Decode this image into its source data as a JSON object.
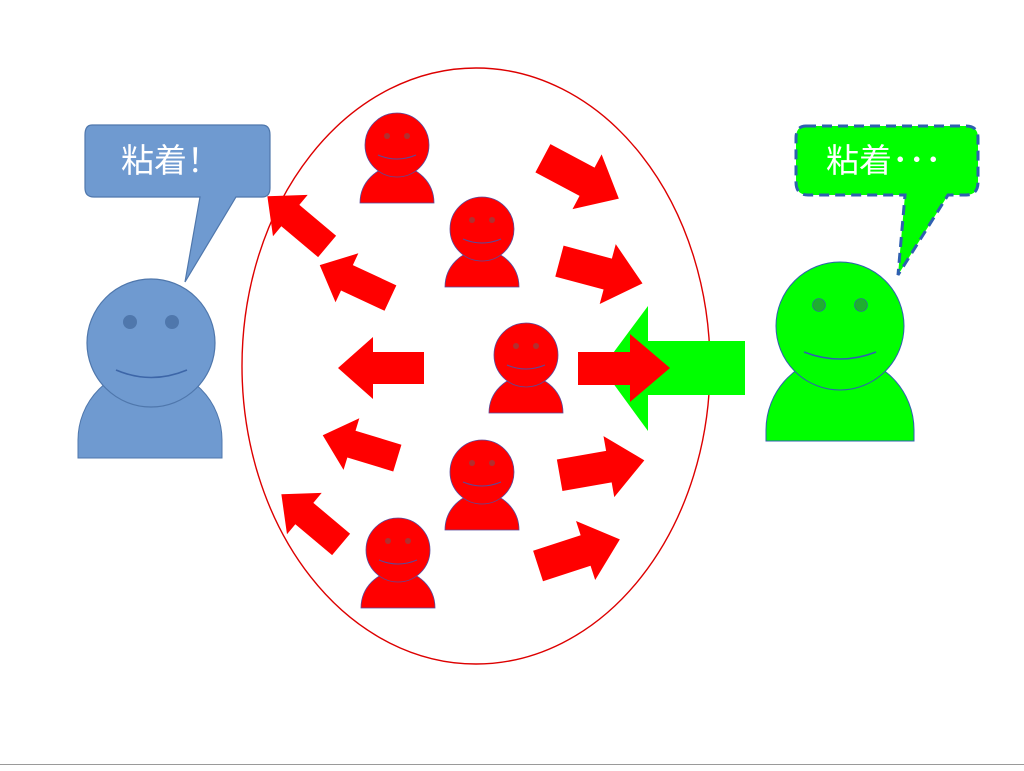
{
  "slide": {
    "left_bubble": {
      "text": "粘着！"
    },
    "right_bubble": {
      "text": "粘着･･･"
    }
  },
  "colors": {
    "blue_person": "#6f9ad0",
    "blue_outline": "#4f77ac",
    "green_person": "#00ff00",
    "green_bubble_border": "#2f5fb0",
    "crowd": "#ff0000",
    "crowd_outline": "#5a4a9a",
    "ellipse_stroke": "#dd0000"
  },
  "icons": [
    "person-icon",
    "speech-bubble",
    "arrow-icon"
  ]
}
